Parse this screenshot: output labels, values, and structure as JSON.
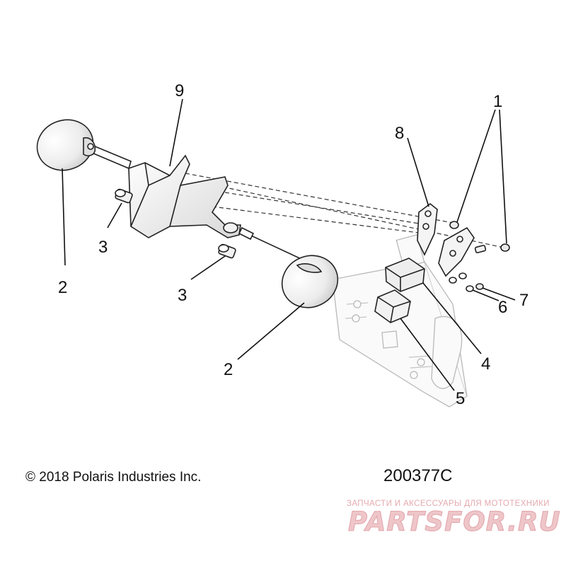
{
  "diagram": {
    "callouts": {
      "c1": "1",
      "c2a": "2",
      "c2b": "2",
      "c3a": "3",
      "c3b": "3",
      "c4": "4",
      "c5": "5",
      "c6": "6",
      "c7": "7",
      "c8": "8",
      "c9": "9"
    }
  },
  "footer": {
    "copyright": "© 2018 Polaris Industries Inc.",
    "drawing_number": "200377C"
  },
  "watermark": {
    "tagline": "ЗАПЧАСТИ И АКСЕССУАРЫ ДЛЯ МОТОТЕХНИКИ",
    "logo": "PARTSFOR.RU"
  },
  "colors": {
    "line": "#222222",
    "ghost": "#b9b9b9",
    "watermark": "#e2a4aa"
  }
}
